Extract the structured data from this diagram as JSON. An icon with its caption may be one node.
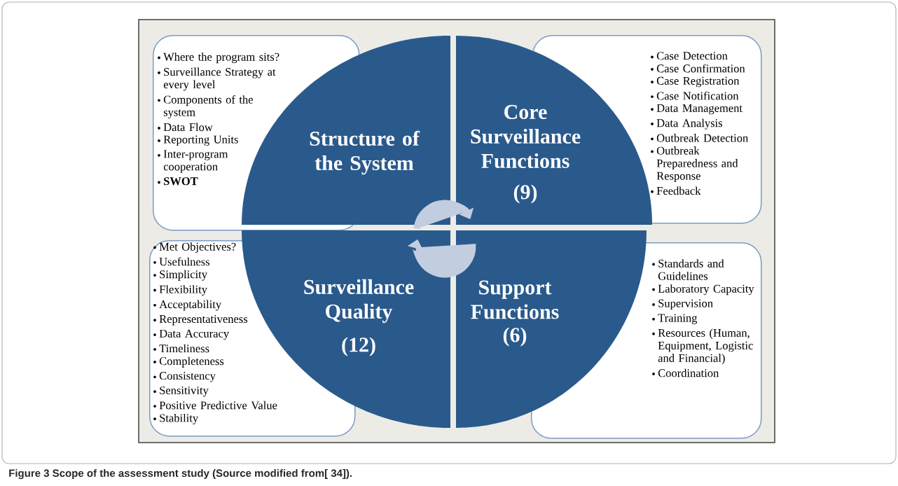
{
  "diagram": {
    "caption": "Figure 3 Scope of the assessment study (Source modified from[ 34]).",
    "nodes": [
      {
        "text": [
          "Where the program sits?",
          "Surveillance Strategy at every level",
          "Components of the system",
          "Data Flow",
          "Reporting Units",
          "Inter-program cooperation",
          "**SWOT**"
        ]
      },
      {
        "text": [
          "Structure of the System"
        ]
      },
      {
        "text": [
          "Core Surveillance Functions",
          "(9)"
        ]
      },
      {
        "text": [
          "Case Detection",
          "Case Confirmation",
          "Case Registration",
          "Case Notification",
          "Data Management",
          "Data Analysis",
          "Outbreak Detection",
          "Outbreak Preparedness and Response",
          "Feedback"
        ]
      },
      {
        "text": [
          "Met Objectives?",
          "Usefulness",
          "Simplicity",
          "Flexibility",
          "Acceptability",
          "Representativeness",
          "Data Accuracy",
          "Timeliness",
          "Completeness",
          "Consistency",
          "Sensitivity",
          "Positive Predictive Value",
          "Stability"
        ]
      },
      {
        "text": [
          "Surveillance Quality",
          "(12)"
        ]
      },
      {
        "text": [
          "Support Functions",
          "(6)"
        ]
      },
      {
        "text": [
          "Standards and Guidelines",
          "Laboratory Capacity",
          "Supervision",
          "Training",
          "Resources (Human, Equipment, Logistic and Financial)",
          "Coordination"
        ]
      }
    ],
    "edges": [
      {
        "from": 1,
        "to": 2,
        "arrow": "to"
      },
      {
        "from": 6,
        "to": 5,
        "arrow": "to"
      }
    ]
  }
}
